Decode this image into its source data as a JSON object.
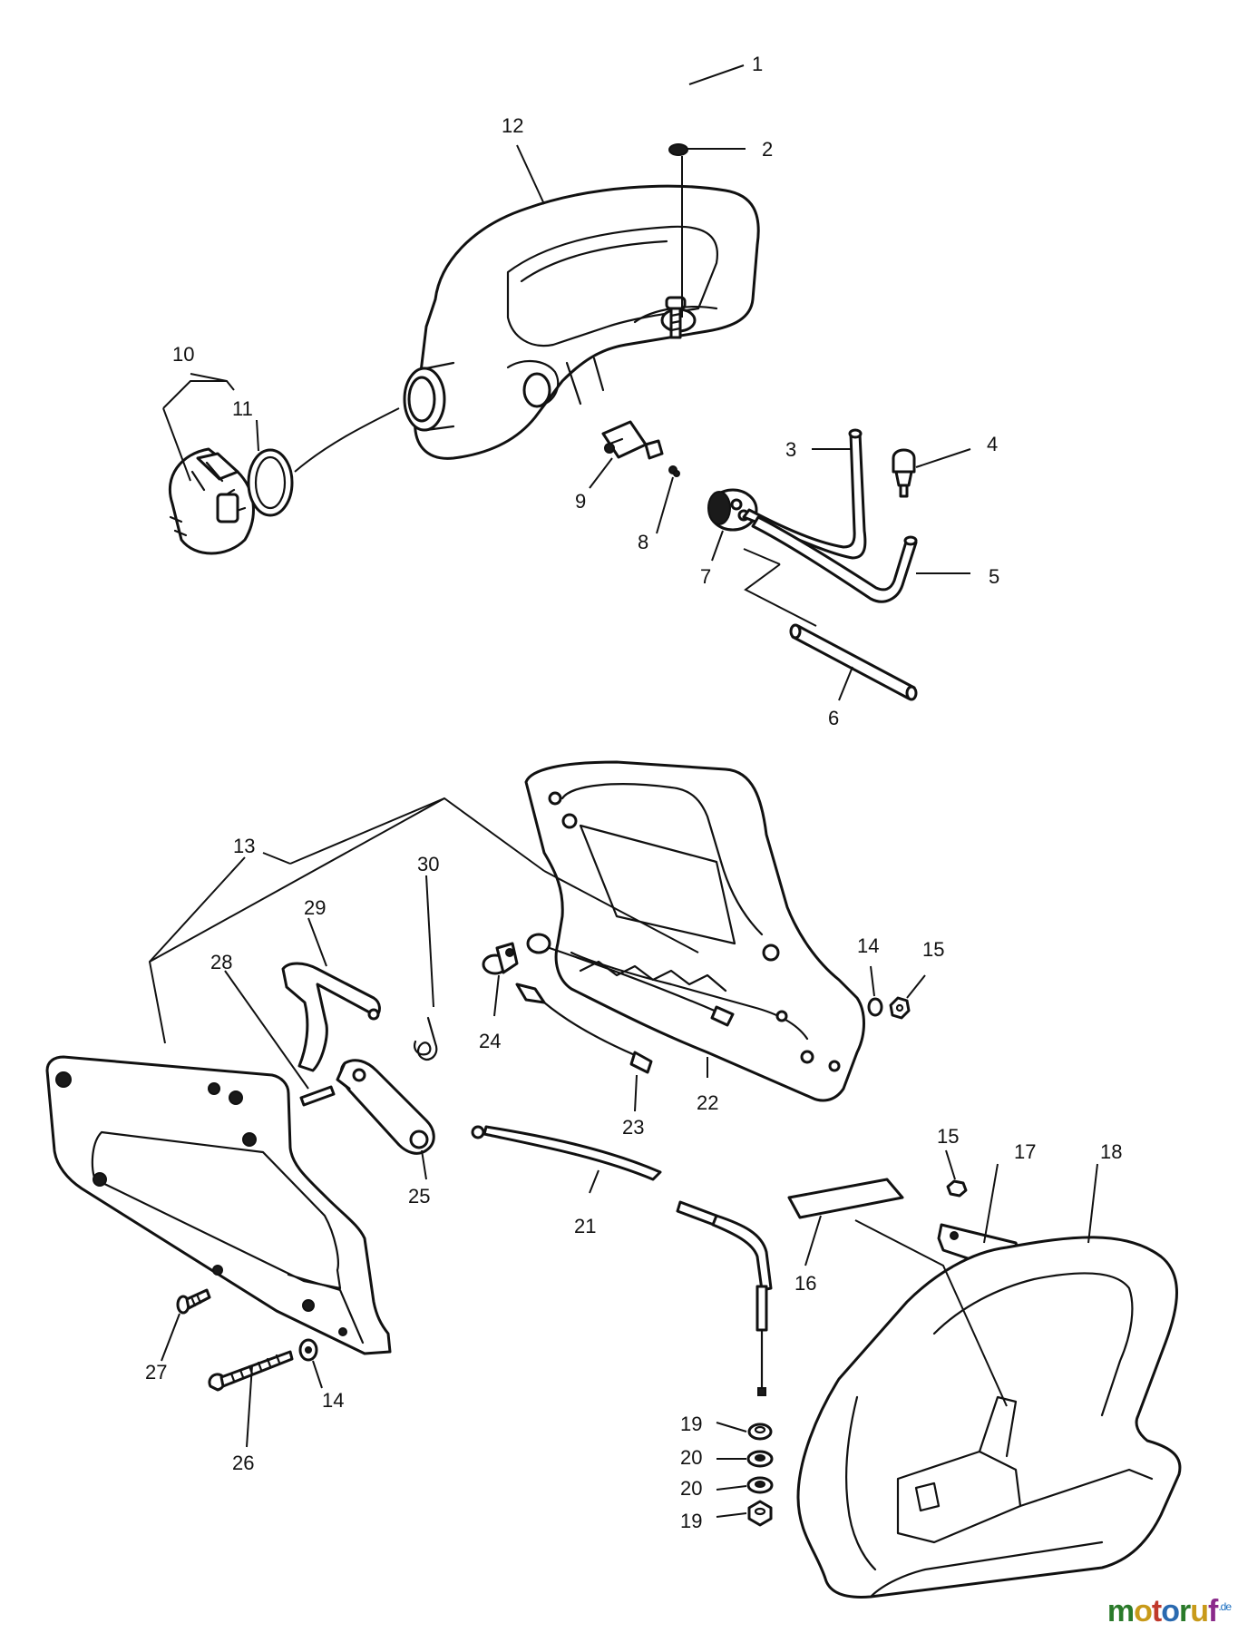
{
  "callouts": {
    "c1": "1",
    "c2": "2",
    "c3": "3",
    "c4": "4",
    "c5": "5",
    "c6": "6",
    "c7": "7",
    "c8": "8",
    "c9": "9",
    "c10": "10",
    "c11": "11",
    "c12": "12",
    "c13": "13",
    "c14a": "14",
    "c14b": "14",
    "c15a": "15",
    "c15b": "15",
    "c16": "16",
    "c17": "17",
    "c18": "18",
    "c19a": "19",
    "c19b": "19",
    "c20a": "20",
    "c20b": "20",
    "c21": "21",
    "c22": "22",
    "c23": "23",
    "c24": "24",
    "c25": "25",
    "c26": "26",
    "c27": "27",
    "c28": "28",
    "c29": "29",
    "c30": "30"
  },
  "watermark": {
    "letters": [
      "m",
      "o",
      "t",
      "o",
      "r",
      "u",
      "f"
    ],
    "letter_colors": [
      "#2a7a2a",
      "#c89a1a",
      "#c0392b",
      "#2a6ab0",
      "#2a7a2a",
      "#c89a1a",
      "#8a2a8a"
    ],
    "suffix": ".de"
  }
}
